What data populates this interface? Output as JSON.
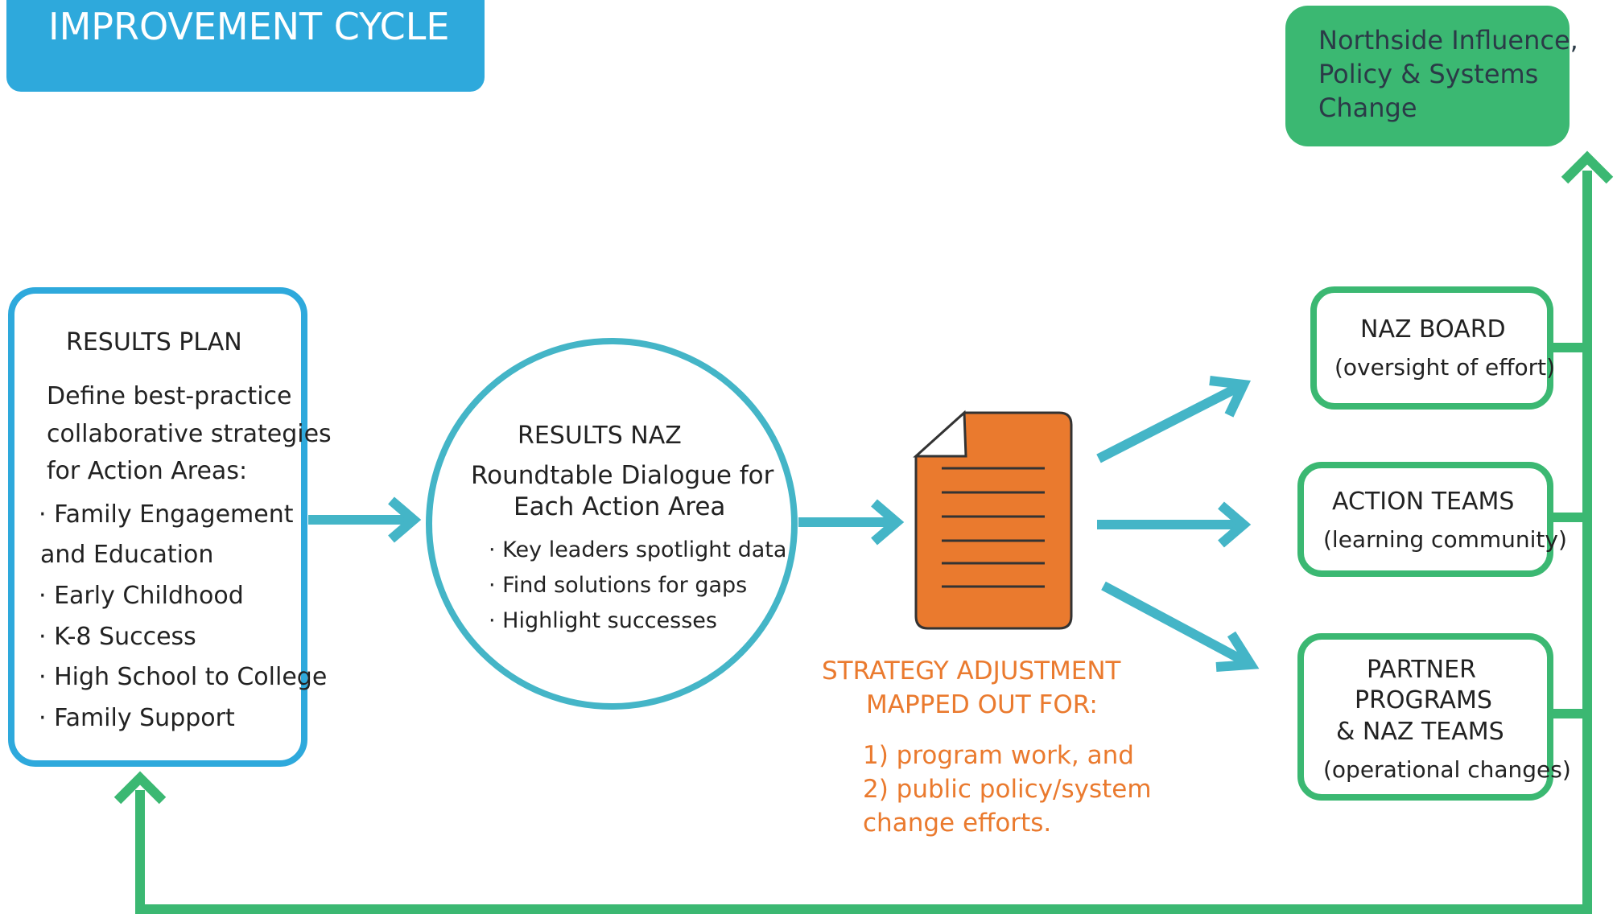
{
  "title": "IMPROVEMENT CYCLE",
  "outcome": {
    "lines": [
      "Northside Influence,",
      "Policy & Systems",
      "Change"
    ]
  },
  "results_plan": {
    "heading": "RESULTS PLAN",
    "intro": [
      "Define best-practice",
      "collaborative strategies",
      "for Action Areas:"
    ],
    "items": [
      "· Family Engagement",
      "and Education",
      "· Early Childhood",
      "· K-8 Success",
      "· High School to College",
      "· Family Support"
    ]
  },
  "results_naz": {
    "heading": "RESULTS NAZ",
    "subtitle": [
      "Roundtable Dialogue for",
      "Each Action Area"
    ],
    "bullets": [
      "· Key leaders spotlight data",
      "· Find solutions for gaps",
      "· Highlight successes"
    ]
  },
  "strategy": {
    "caption": [
      "STRATEGY ADJUSTMENT",
      "MAPPED OUT FOR:"
    ],
    "list": [
      "1) program work, and",
      "2) public policy/system",
      "change efforts."
    ]
  },
  "targets": {
    "board": {
      "title": "NAZ BOARD",
      "sub": "(oversight of effort)"
    },
    "action": {
      "title": "ACTION TEAMS",
      "sub": "(learning community)"
    },
    "partner": {
      "title": [
        "PARTNER",
        "PROGRAMS",
        "& NAZ TEAMS"
      ],
      "sub": "(operational changes)"
    }
  },
  "colors": {
    "title_bg": "#2ea9dc",
    "outcome_bg": "#3bb872",
    "plan_border": "#2ea9dc",
    "circle_border": "#44b5c7",
    "arrow_teal": "#44b5c7",
    "arrow_green": "#3bb872",
    "document": "#ea7a2e",
    "caption": "#ea7a2e"
  },
  "icons": {
    "document": "document-icon"
  }
}
